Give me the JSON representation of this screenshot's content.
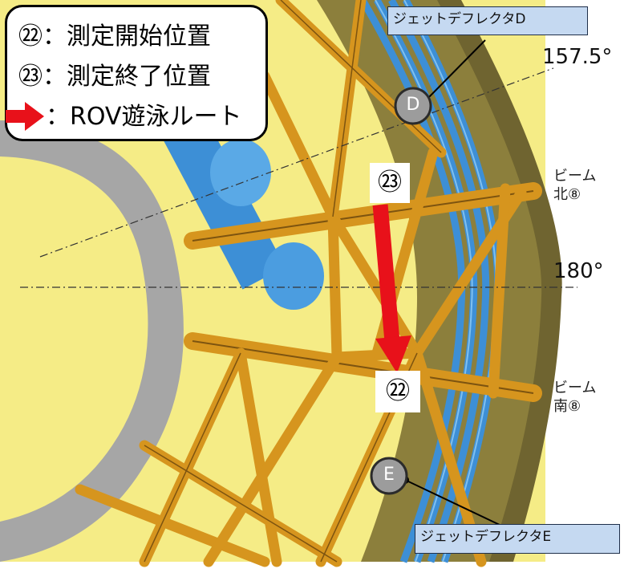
{
  "legend": {
    "row_start": "㉒：測定開始位置",
    "row_end": "㉓：測定終了位置",
    "row_route": "：ROV遊泳ルート"
  },
  "callouts": {
    "top": "ジェットデフレクタD",
    "bottom": "ジェットデフレクタE"
  },
  "nodes": {
    "d": "D",
    "e": "E"
  },
  "angles": {
    "upper": "157.5°",
    "middle": "180°"
  },
  "beams": {
    "north": [
      "ビーム",
      "北⑧"
    ],
    "south": [
      "ビーム",
      "南⑧"
    ]
  },
  "markers": {
    "end": "㉓",
    "start": "㉒"
  },
  "colors": {
    "route_arrow": "#e8111a",
    "background_yellow": "#f5ec86",
    "pedestal_gray": "#a6a6a6",
    "beam_orange": "#d6951e",
    "pipe_blue": "#3d8fd6",
    "wall_olive": "#8c7f3c"
  }
}
